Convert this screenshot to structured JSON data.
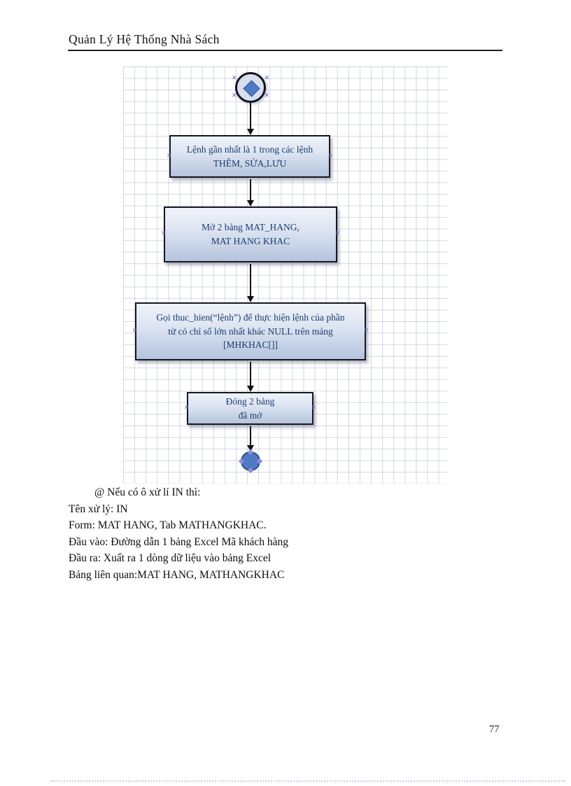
{
  "header": {
    "title": "Quản Lý Hệ Thống Nhà Sách"
  },
  "flowchart": {
    "boxes": [
      {
        "line1": "Lệnh gần nhất là 1 trong các lệnh",
        "line2": "THÊM, SỬA,LƯU"
      },
      {
        "line1": "Mở 2 bảng MAT_HANG,",
        "line2": "MAT HANG KHAC"
      },
      {
        "line1": "Gọi thuc_hien(“lệnh”) để thực hiện lệnh của phần",
        "line2": "tử có chỉ số lớn nhất khác NULL trên mảng",
        "line3": "[MHKHAC[]]"
      },
      {
        "line1": "Đóng 2 bảng",
        "line2": "đã mở"
      }
    ],
    "colors": {
      "box_fill_top": "#eff3fa",
      "box_fill_bottom": "#b4c4dd",
      "box_border": "#16161f",
      "box_text": "#1c3c6e",
      "node_fill": "#4c7bc4",
      "grid_line": "#9ea8c0",
      "selection_handle": "#6f64c8"
    }
  },
  "notes": {
    "intro": "@ Nếu có ô xử lí IN thì:",
    "lines": [
      "Tên xử lý: IN",
      "Form: MAT HANG, Tab MATHANGKHAC.",
      "Đầu vào: Đường dẫn 1 bảng Excel Mã khách hàng",
      "Đầu ra: Xuất ra 1 dòng dữ liệu vào bảng Excel",
      "Bảng liên quan:MAT HANG, MATHANGKHAC"
    ]
  },
  "footer": {
    "page_number": "77"
  }
}
